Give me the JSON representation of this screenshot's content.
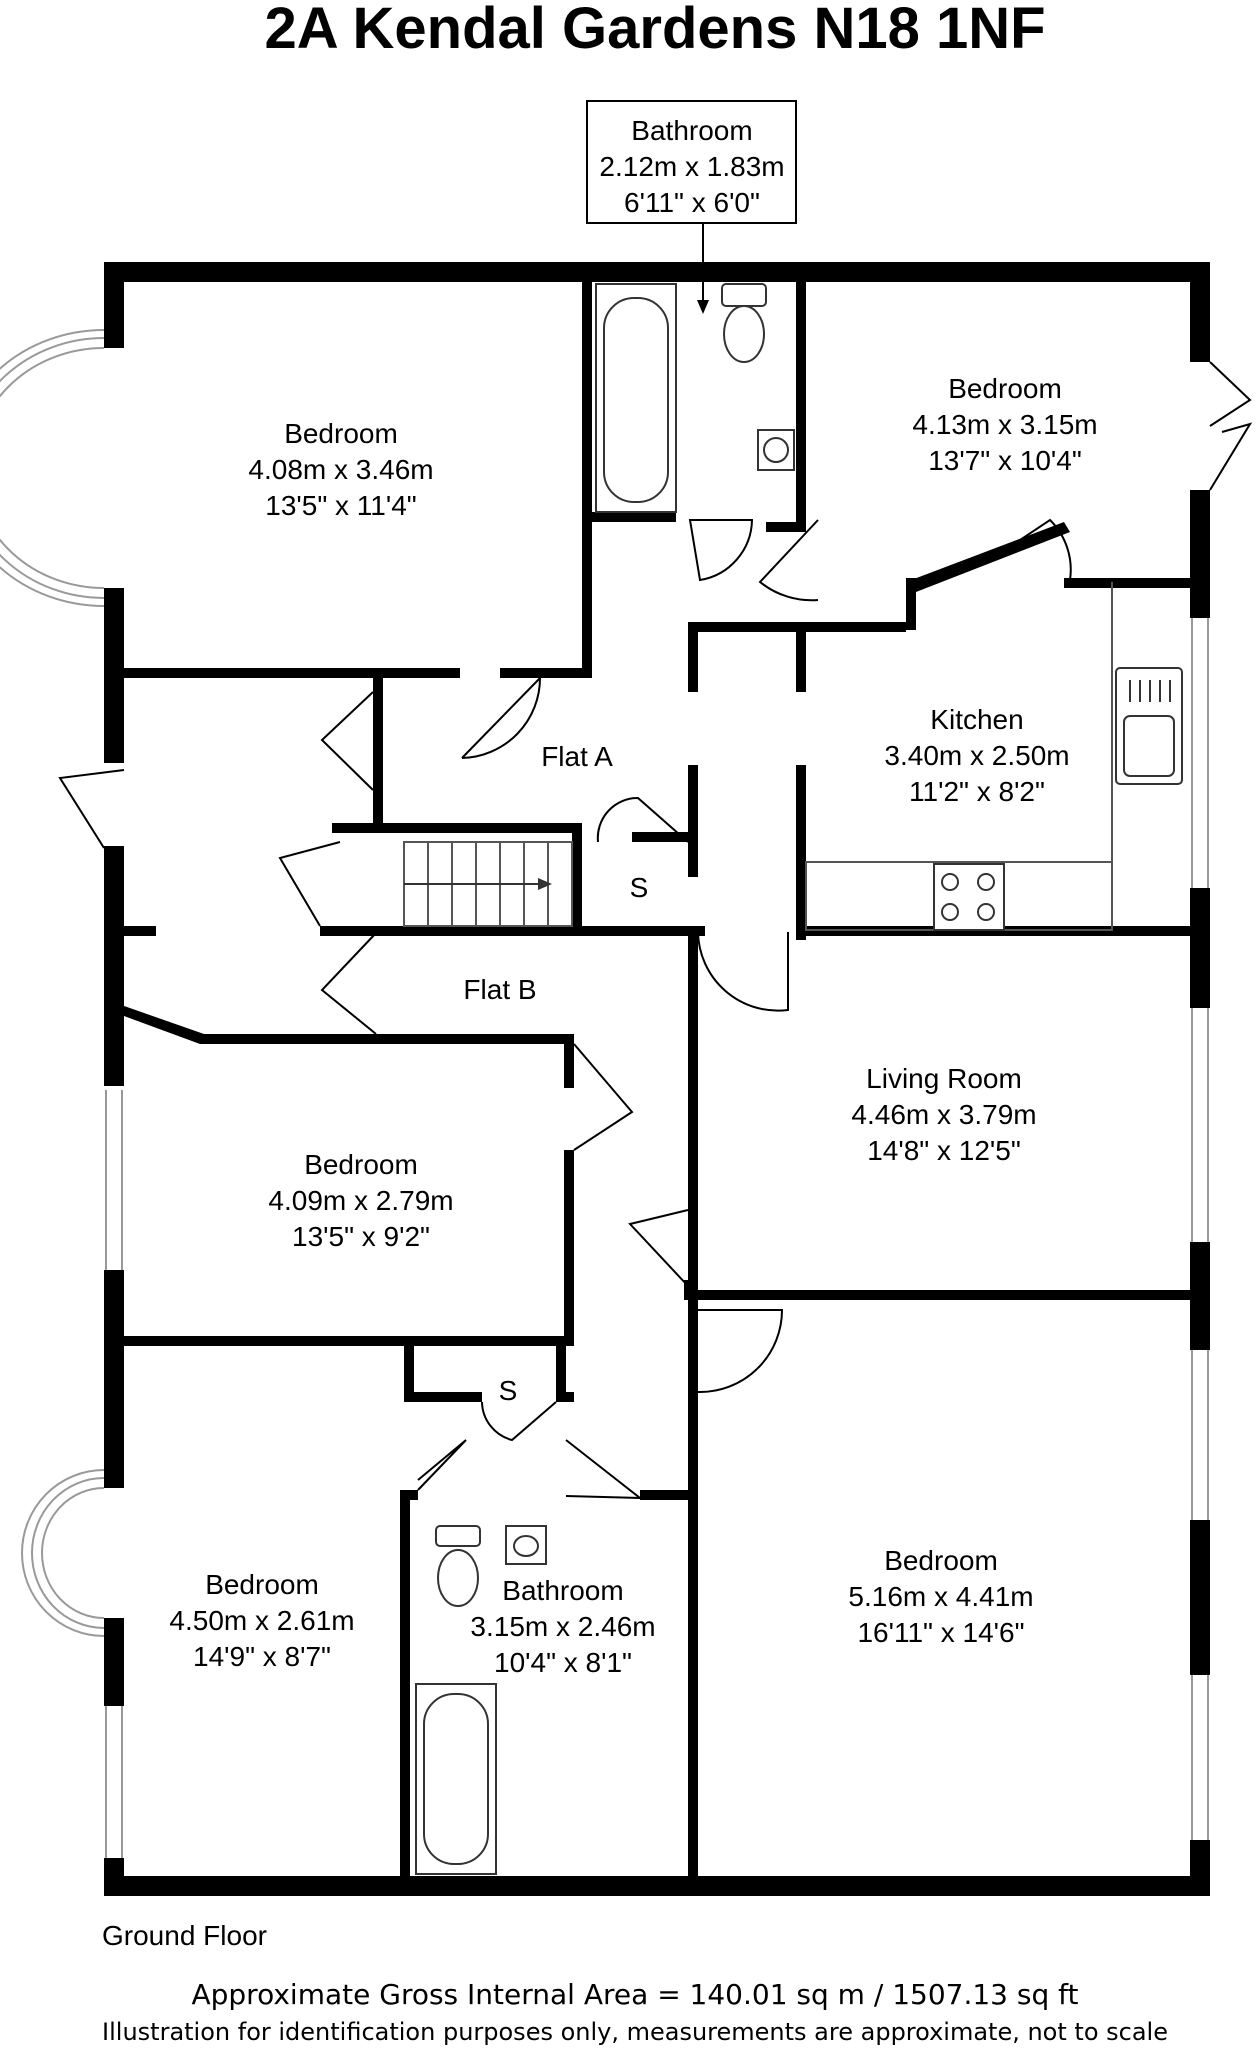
{
  "title": "2A Kendal Gardens N18 1NF",
  "floor_label": "Ground Floor",
  "gross_area": "Approximate Gross Internal Area = 140.01 sq m / 1507.13 sq ft",
  "disclaimer": "Illustration for identification purposes only, measurements are approximate, not to scale",
  "rooms": [
    {
      "name": "Bathroom",
      "metric": "2.12m x 1.83m",
      "imperial": "6'11\" x 6'0\""
    },
    {
      "name": "Bedroom",
      "metric": "4.08m x 3.46m",
      "imperial": "13'5\" x 11'4\""
    },
    {
      "name": "Bedroom",
      "metric": "4.13m x 3.15m",
      "imperial": "13'7\" x 10'4\""
    },
    {
      "name": "Kitchen",
      "metric": "3.40m x 2.50m",
      "imperial": "11'2\" x 8'2\""
    },
    {
      "name": "Living Room",
      "metric": "4.46m x 3.79m",
      "imperial": "14'8\" x 12'5\""
    },
    {
      "name": "Bedroom",
      "metric": "4.09m x 2.79m",
      "imperial": "13'5\" x 9'2\""
    },
    {
      "name": "Bedroom",
      "metric": "4.50m x 2.61m",
      "imperial": "14'9\" x 8'7\""
    },
    {
      "name": "Bathroom",
      "metric": "3.15m x 2.46m",
      "imperial": "10'4\" x 8'1\""
    },
    {
      "name": "Bedroom",
      "metric": "5.16m x 4.41m",
      "imperial": "16'11\" x 14'6\""
    }
  ],
  "areas": {
    "flat_a": "Flat A",
    "flat_b": "Flat B",
    "store_upper": "S",
    "store_lower": "S"
  }
}
